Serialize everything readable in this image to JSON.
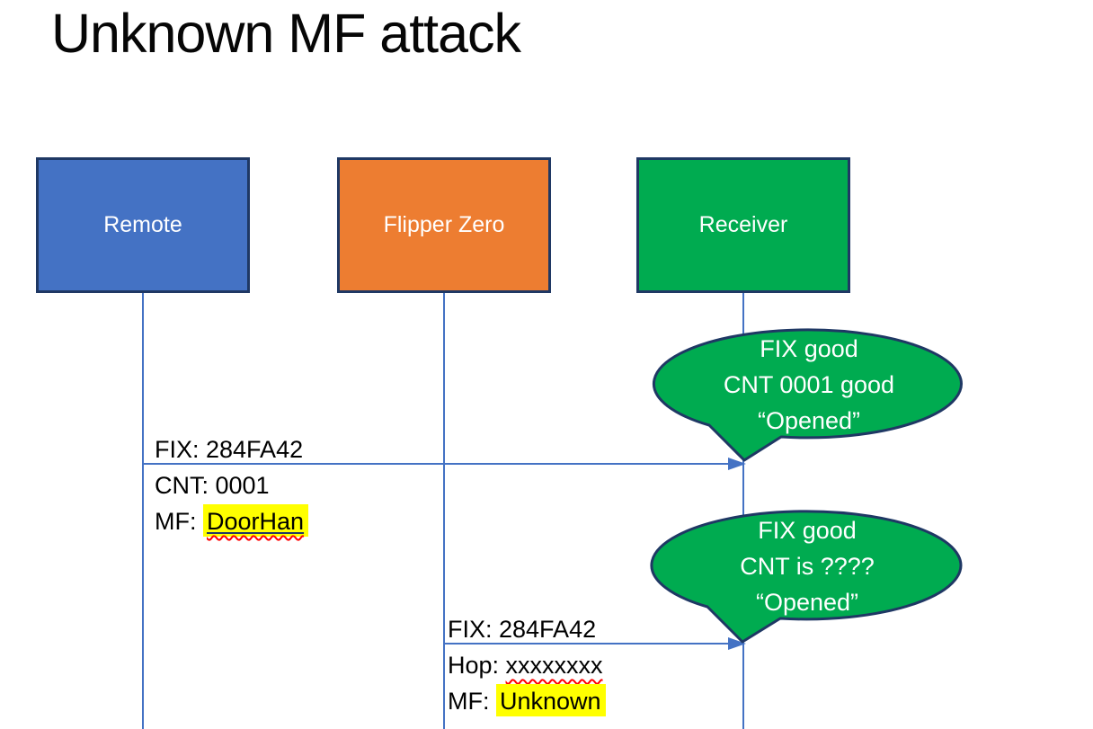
{
  "title": "Unknown MF attack",
  "actors": {
    "remote": "Remote",
    "flipper": "Flipper Zero",
    "receiver": "Receiver"
  },
  "msg1": {
    "fix": "FIX: 284FA42",
    "cnt": "CNT: 0001",
    "mf_label": "MF: ",
    "mf_value": "DoorHan"
  },
  "msg2": {
    "fix": "FIX: 284FA42",
    "hop_label": "Hop: ",
    "hop_value": "xxxxxxxx",
    "mf_label": "MF: ",
    "mf_value": "Unknown"
  },
  "callout1": {
    "l1": "FIX good",
    "l2": "CNT 0001 good",
    "l3": "“Opened”"
  },
  "callout2": {
    "l1": "FIX good",
    "l2": "CNT is ????",
    "l3": "“Opened”"
  },
  "colors": {
    "actor_remote_fill": "#4472C4",
    "actor_flipper_fill": "#ED7D31",
    "actor_receiver_fill": "#00AB50",
    "callout_fill": "#00AB50",
    "outline_dark_navy": "#1F3864",
    "connector_blue": "#4472C4",
    "highlight_yellow": "#FFFF00",
    "squiggle_red": "#FF0000",
    "title_text": "#060606",
    "box_text": "#FFFFFF"
  }
}
